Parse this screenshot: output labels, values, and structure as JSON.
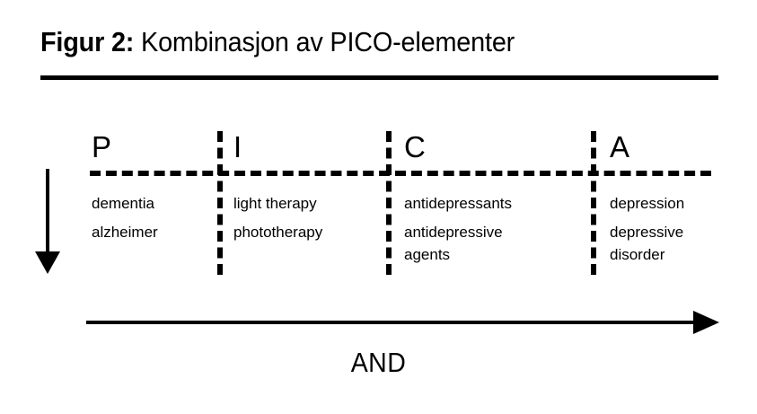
{
  "figure": {
    "title_label": "Figur 2:",
    "title_text": " Kombinasjon av PICO-elementer"
  },
  "columns": [
    {
      "key": "P",
      "header": "P",
      "terms": [
        "dementia",
        "alzheimer"
      ]
    },
    {
      "key": "I",
      "header": "I",
      "terms": [
        "light therapy",
        "phototherapy"
      ]
    },
    {
      "key": "C",
      "header": "C",
      "terms": [
        "antidepressants",
        "antidepressive\nagents"
      ]
    },
    {
      "key": "A",
      "header": "A",
      "terms": [
        "depression",
        "depressive\ndisorder"
      ]
    }
  ],
  "operator": {
    "and_label": "AND"
  },
  "icons": {
    "down_arrow": "arrow-down-icon",
    "right_arrow": "arrow-right-icon"
  },
  "colors": {
    "ink": "#000000",
    "background": "#ffffff"
  }
}
